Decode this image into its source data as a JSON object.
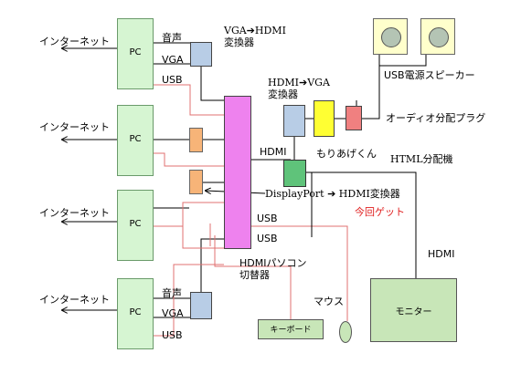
{
  "internet_label": "インターネット",
  "pc_label": "PC",
  "labels": {
    "audio": "音声",
    "vga": "VGA",
    "usb": "USB",
    "vga_hdmi_line1": "VGA➔HDMI",
    "vga_hdmi_line2": "変換器",
    "hdmi_vga_line1": "HDMI➔VGA",
    "hdmi_vga_line2": "変換器",
    "usb_speaker": "USB電源スピーカー",
    "audio_splitter_plug": "オーディオ分配プラグ",
    "moriage": "もりあげくん",
    "hdmi": "HDMI",
    "html_splitter": "HTML分配機",
    "displayport_hdmi": "DisplayPort ➔ HDMI変換器",
    "this_time_get": "今回ゲット",
    "switch_line1": "HDMIパソコン",
    "switch_line2": "切替器",
    "mouse": "マウス",
    "keyboard": "キーボード",
    "monitor": "モニター"
  },
  "colors": {
    "pc": "#d6f5d2",
    "converter_blue": "#b8cde6",
    "adapter_orange": "#f7b478",
    "moriage_yellow": "#ffff33",
    "splitter_plug": "#f08080",
    "hdmi_splitter_green": "#5fc37a",
    "switch_magenta": "#ee82ee",
    "usb_line": "#e07070",
    "highlight_text": "#e02020"
  }
}
